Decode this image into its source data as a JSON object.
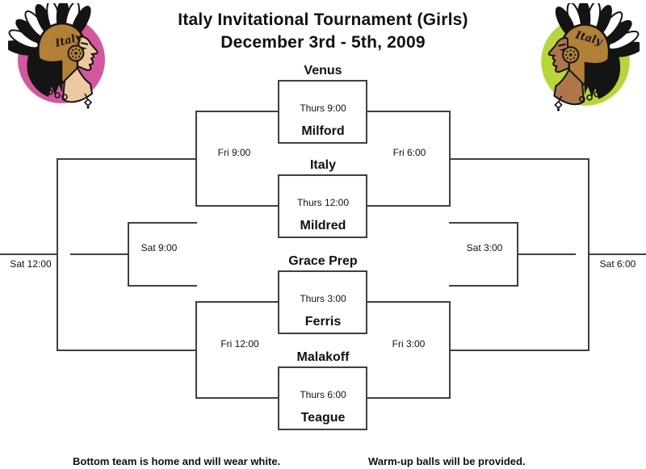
{
  "title": {
    "line1": "Italy Invitational Tournament  (Girls)",
    "line2": "December 3rd - 5th, 2009"
  },
  "logos": {
    "left": {
      "label": "Italy gladiator mascot (pink)",
      "text": "Italy"
    },
    "right": {
      "label": "Italy gladiator mascot (green)",
      "text": "Italy"
    }
  },
  "bracket": {
    "first_round": [
      {
        "top": "Venus",
        "time": "Thurs 9:00",
        "bottom": "Milford"
      },
      {
        "top": "Italy",
        "time": "Thurs 12:00",
        "bottom": "Mildred"
      },
      {
        "top": "Grace Prep",
        "time": "Thurs 3:00",
        "bottom": "Ferris"
      },
      {
        "top": "Malakoff",
        "time": "Thurs 6:00",
        "bottom": "Teague"
      }
    ],
    "rounds": {
      "fri_900": "Fri 9:00",
      "fri_600": "Fri 6:00",
      "fri_1200": "Fri 12:00",
      "fri_300": "Fri 3:00",
      "sat_900": "Sat 9:00",
      "sat_300": "Sat 3:00",
      "sat_1200": "Sat 12:00",
      "sat_600": "Sat 6:00"
    }
  },
  "notes": {
    "left": "Bottom team is home and will wear white.",
    "right": "Warm-up balls will be provided."
  },
  "colors": {
    "line": "#3f3f3f",
    "pink": "#d3579f",
    "green": "#b7d637",
    "helmet": "#b28136",
    "skin_light": "#ecc9a0",
    "skin_dark": "#ae764a"
  }
}
